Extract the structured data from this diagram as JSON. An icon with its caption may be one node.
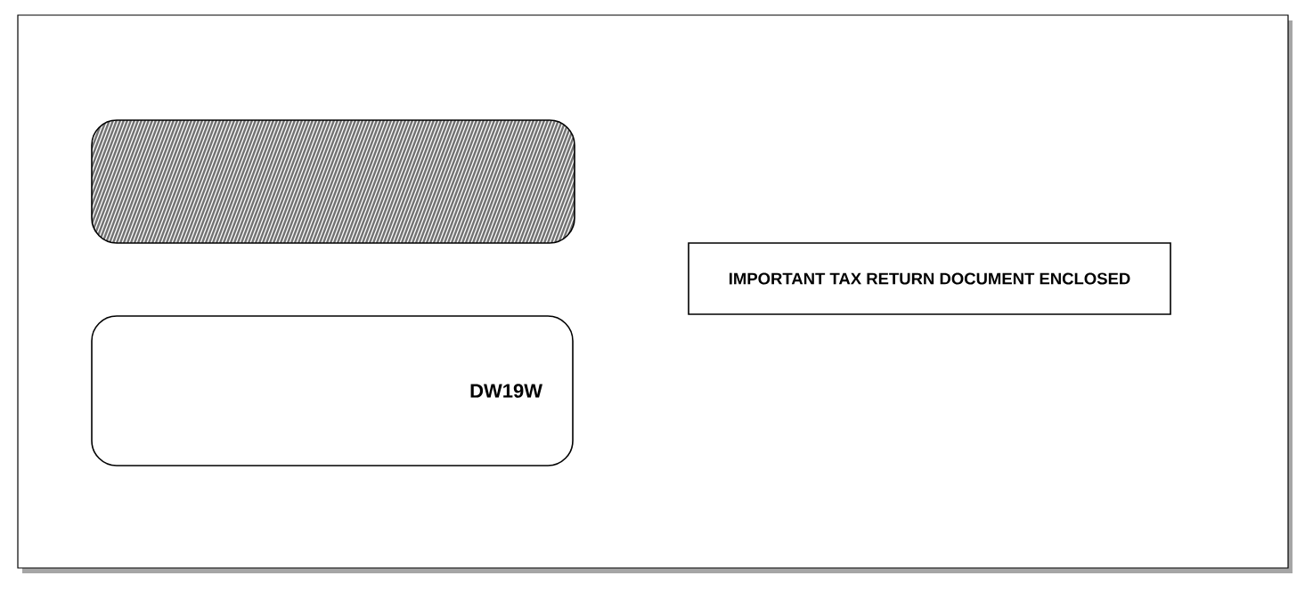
{
  "diagram": {
    "nodes": [
      {
        "text": [],
        "shape": "box"
      },
      {
        "text": [],
        "shape": "box",
        "in": 0
      },
      {
        "text": [
          "DW19W"
        ],
        "in": 0
      },
      {
        "text": [
          "IMPORTANT TAX RETURN DOCUMENT ENCLOSED"
        ],
        "in": 0
      }
    ]
  }
}
